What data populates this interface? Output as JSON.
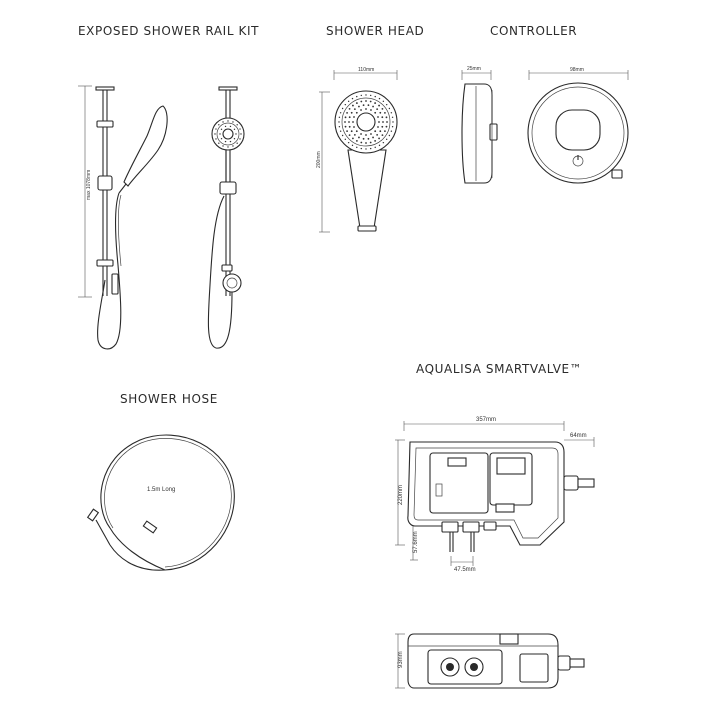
{
  "sections": {
    "rail_kit": {
      "title": "EXPOSED SHOWER RAIL KIT",
      "height_dim": "max 1078mm"
    },
    "shower_head": {
      "title": "SHOWER HEAD",
      "width_dim": "110mm",
      "height_dim": "200mm"
    },
    "controller": {
      "title": "CONTROLLER",
      "depth_dim": "25mm",
      "width_dim": "98mm"
    },
    "smartvalve": {
      "title": "AQUALISA SMARTVALVE™",
      "width_dim": "357mm",
      "outlet_dim": "64mm",
      "height_dim": "220mm",
      "inlet_height_dim": "57.6mm",
      "inlet_spacing_dim": "47.5mm",
      "depth_dim": "93mm"
    },
    "hose": {
      "title": "SHOWER HOSE",
      "length_label": "1.5m Long"
    }
  },
  "colors": {
    "line": "#2a2a2a",
    "background": "#ffffff"
  }
}
